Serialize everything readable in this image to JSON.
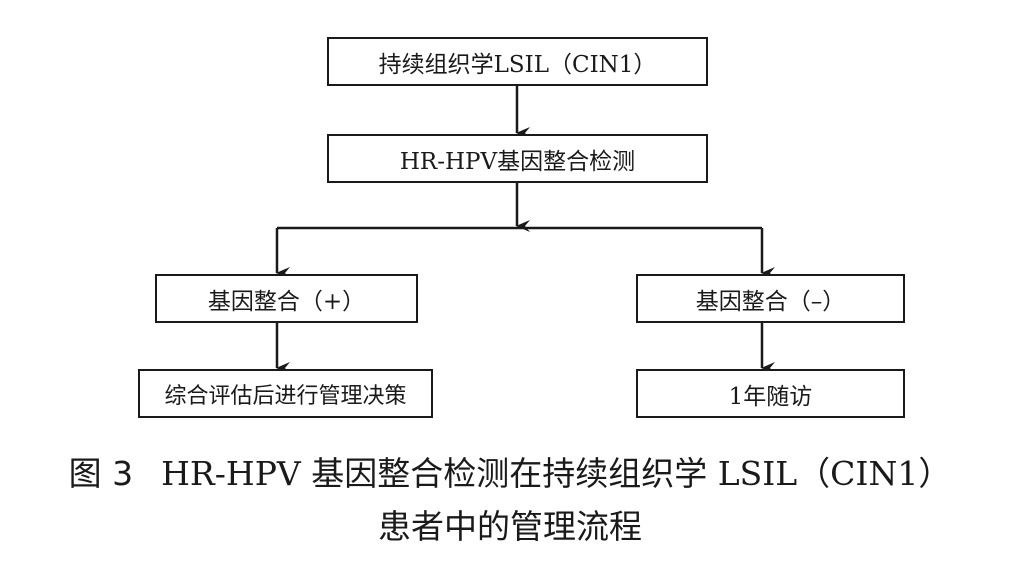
{
  "flowchart": {
    "nodes": {
      "top": "持续组织学LSIL（CIN1）",
      "detection": "HR-HPV基因整合检测",
      "positive": "基因整合（+）",
      "negative": "基因整合（–）",
      "positive_action": "综合评估后进行管理决策",
      "negative_action": "1年随访"
    },
    "edges": [
      {
        "from": "top",
        "to": "detection"
      },
      {
        "from": "detection",
        "to": "positive"
      },
      {
        "from": "detection",
        "to": "negative"
      },
      {
        "from": "positive",
        "to": "positive_action"
      },
      {
        "from": "negative",
        "to": "negative_action"
      }
    ]
  },
  "caption": {
    "figure_label": "图 3",
    "line1": "HR-HPV 基因整合检测在持续组织学 LSIL（CIN1）",
    "line2": "患者中的管理流程"
  }
}
